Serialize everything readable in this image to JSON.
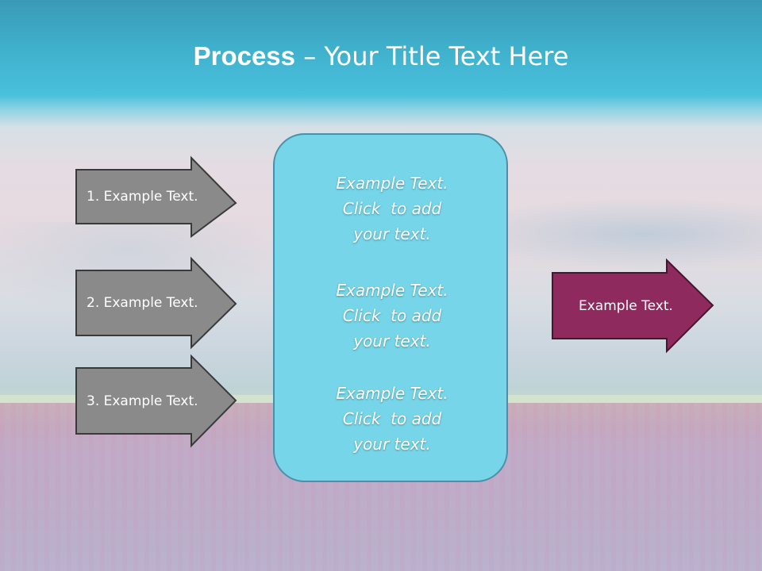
{
  "slide": {
    "title_bold": "Process",
    "title_rest": " – Your Title Text Here",
    "input_arrows": [
      {
        "label": "1. Example Text."
      },
      {
        "label": "2. Example Text."
      },
      {
        "label": "3. Example Text."
      }
    ],
    "center_box": {
      "blocks": [
        {
          "line1": "Example Text.",
          "line2": "Click  to add",
          "line3": "your text."
        },
        {
          "line1": "Example Text.",
          "line2": "Click  to add",
          "line3": "your text."
        },
        {
          "line1": "Example Text.",
          "line2": "Click  to add",
          "line3": "your text."
        }
      ]
    },
    "output_arrow": {
      "label": "Example Text."
    }
  },
  "colors": {
    "input_arrow_fill": "#8a8a8a",
    "input_arrow_stroke": "#3a3a3a",
    "center_box_fill": "#76d5e9",
    "center_box_border": "#4b90a8",
    "output_arrow_fill": "#8e2a5e",
    "output_arrow_stroke": "#4a1330",
    "title_band": "#45bcd8"
  }
}
